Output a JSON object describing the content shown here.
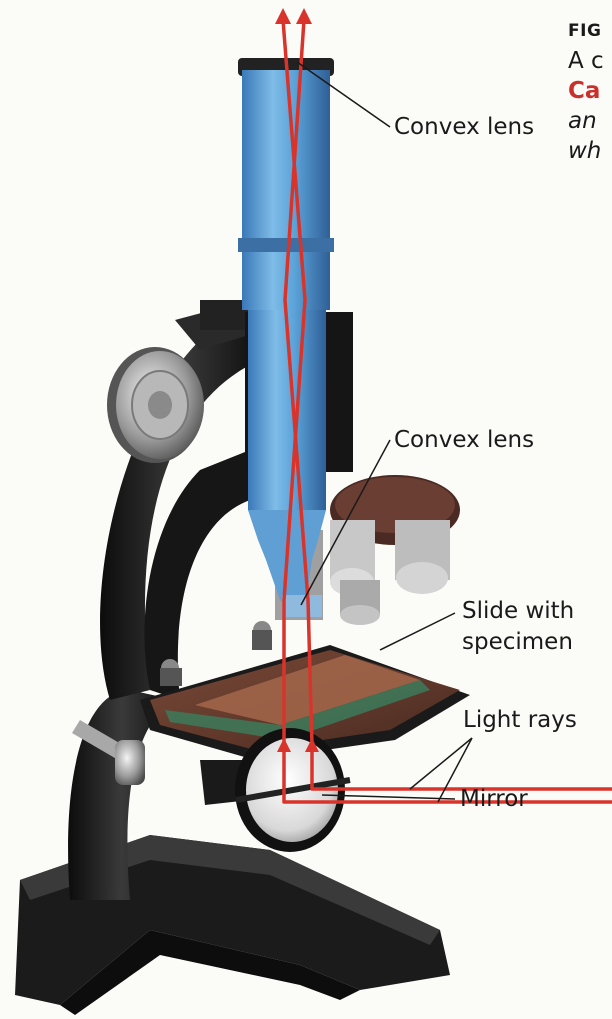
{
  "labels": {
    "convex_lens_top": "Convex lens",
    "convex_lens_bottom": "Convex lens",
    "slide_line1": "Slide with",
    "slide_line2": "specimen",
    "light_rays": "Light rays",
    "mirror": "Mirror"
  },
  "caption": {
    "line1": "FIG",
    "line2": "A c",
    "line3": "Ca",
    "line4": "an",
    "line5": "wh"
  },
  "colors": {
    "ray": "#d9342b",
    "tube": "#4f9ad6",
    "metal_black": "#1c1c1c"
  }
}
